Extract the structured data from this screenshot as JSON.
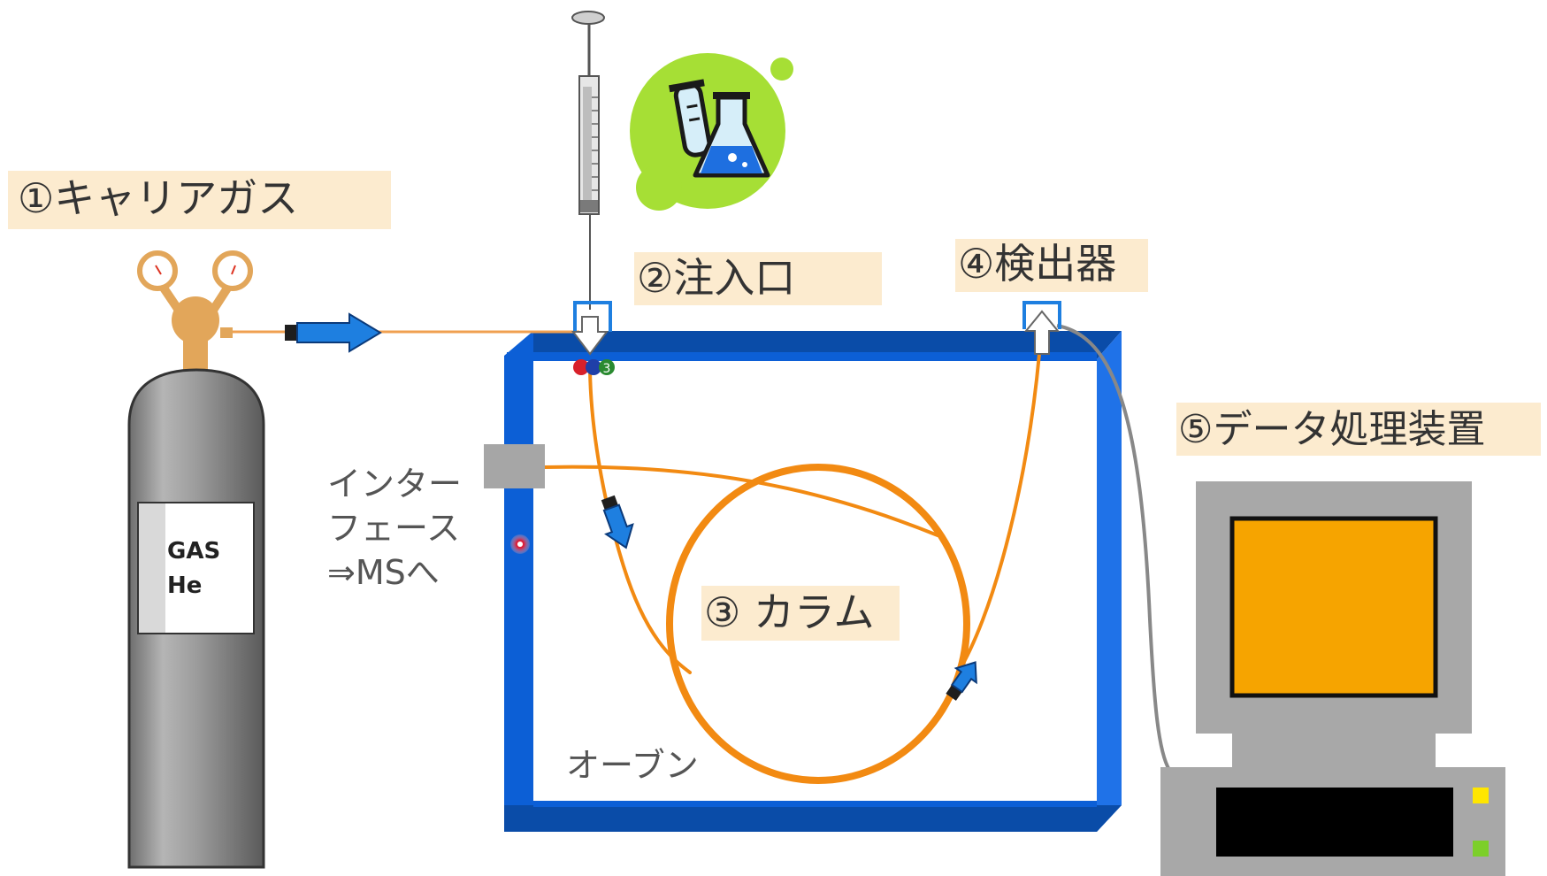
{
  "labels": {
    "carrier_gas": "①キャリアガス",
    "injection_port": "②注入口",
    "column": "③ カラム",
    "detector": "④検出器",
    "data_processor": "⑤データ処理装置",
    "interface_line1": "インター",
    "interface_line2": "フェース",
    "interface_line3": "⇒MSへ",
    "oven": "オーブン"
  },
  "cylinder": {
    "line1": "GAS",
    "line2": "He"
  },
  "sample_markers": [
    "1",
    "2",
    "3"
  ],
  "colors": {
    "oven_frame": "#0c5fd6",
    "oven_frame_dark": "#0a3f96",
    "column": "#f28a12",
    "label_bg": "#fcebcf",
    "flow_arrow": "#1e7fe0",
    "monitor_screen": "#f6a400",
    "computer_body": "#a8a8a8",
    "cylinder": "#8a8a8a",
    "regulator": "#e2a65a",
    "lab_icon_bg": "#a6df35"
  },
  "icons": [
    "gas-cylinder-icon",
    "pressure-gauge-icon",
    "syringe-icon",
    "lab-glassware-icon",
    "flow-arrow-icon",
    "computer-icon"
  ]
}
